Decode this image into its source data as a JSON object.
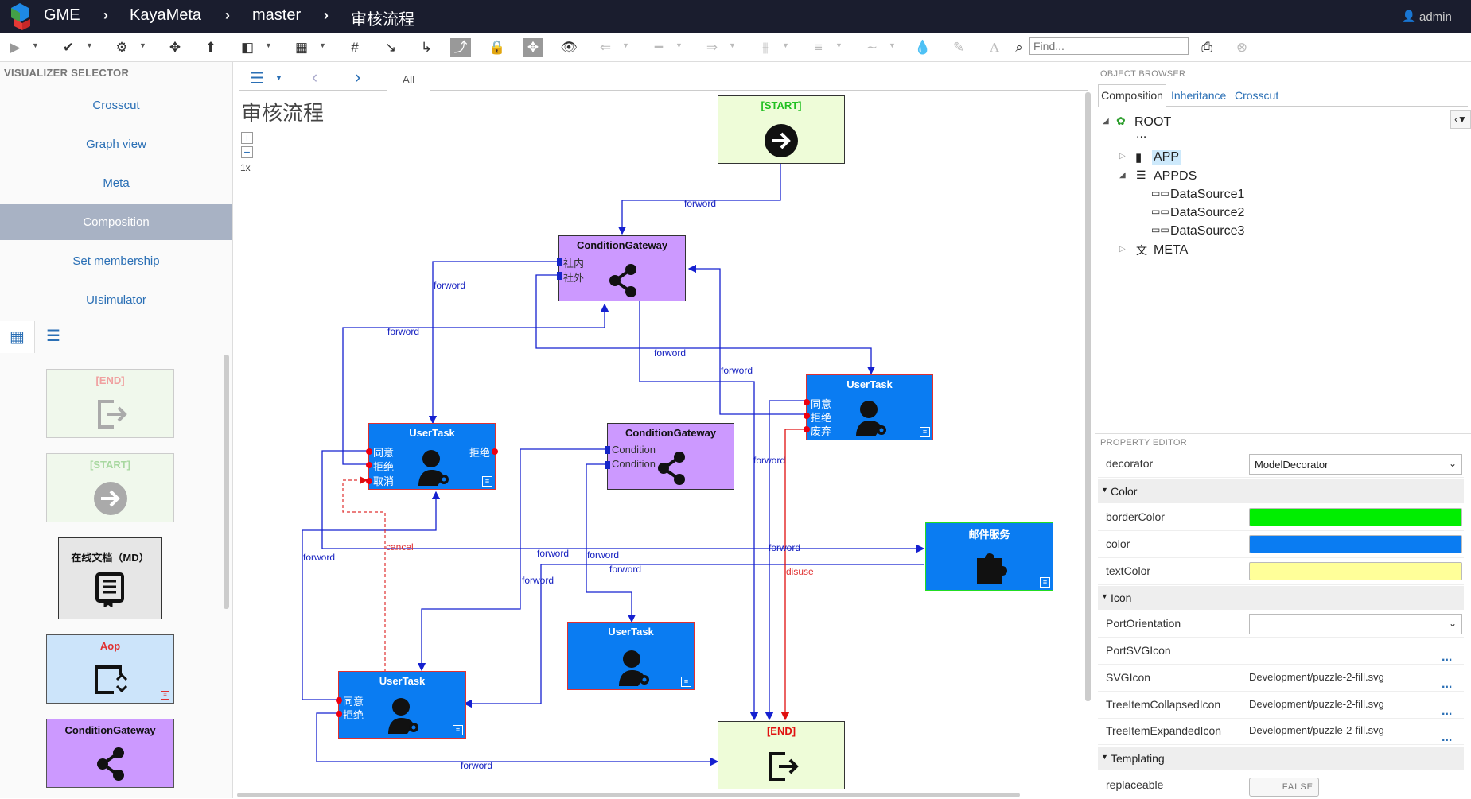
{
  "topbar": {
    "app": "GME",
    "crumbs": [
      "KayaMeta",
      "master",
      "审核流程"
    ],
    "user": "admin"
  },
  "toolbar": {
    "find_placeholder": "Find..."
  },
  "visualizer_selector": {
    "title": "VISUALIZER SELECTOR",
    "items": [
      {
        "label": "Crosscut"
      },
      {
        "label": "Graph view"
      },
      {
        "label": "Meta"
      },
      {
        "label": "Composition",
        "active": true
      },
      {
        "label": "Set membership"
      },
      {
        "label": "UIsimulator"
      }
    ]
  },
  "part_browser": {
    "items": [
      {
        "label": "[END]",
        "icon": "exit-icon",
        "color": "#e06060"
      },
      {
        "label": "[START]",
        "icon": "arrow-right-circle-icon",
        "color": "#60c060"
      },
      {
        "label": "在线文档（MD）",
        "icon": "book-icon",
        "color": "#111"
      },
      {
        "label": "Aop",
        "icon": "select-icon",
        "color": "#e03030"
      },
      {
        "label": "ConditionGateway",
        "icon": "share-icon",
        "color": "#111"
      }
    ]
  },
  "canvas": {
    "tab_all": "All",
    "title": "审核流程",
    "zoom": "1x",
    "nodes": {
      "start": {
        "title": "[START]"
      },
      "gw1": {
        "title": "ConditionGateway",
        "ports": [
          "社内",
          "社外"
        ]
      },
      "ut_right": {
        "title": "UserTask",
        "ports": [
          "同意",
          "拒绝",
          "废弃"
        ]
      },
      "ut_left": {
        "title": "UserTask",
        "ports": [
          "同意",
          "拒绝",
          "取消"
        ],
        "right_port": "拒绝"
      },
      "gw2": {
        "title": "ConditionGateway",
        "ports": [
          "Condition",
          "Condition"
        ]
      },
      "mail": {
        "title": "邮件服务"
      },
      "ut_mid": {
        "title": "UserTask"
      },
      "ut_bottom": {
        "title": "UserTask",
        "ports": [
          "同意",
          "拒绝"
        ]
      },
      "end": {
        "title": "[END]"
      }
    },
    "labels": {
      "forword": "forword",
      "cancel": "cancel",
      "disuse": "disuse"
    }
  },
  "object_browser": {
    "title": "OBJECT BROWSER",
    "tabs": [
      "Composition",
      "Inheritance",
      "Crosscut"
    ],
    "tree": {
      "root": "ROOT",
      "ellipsis": "...",
      "app": "APP",
      "appds": "APPDS",
      "ds": [
        "DataSource1",
        "DataSource2",
        "DataSource3"
      ],
      "meta": "META"
    }
  },
  "property_editor": {
    "title": "PROPERTY EDITOR",
    "decorator_key": "decorator",
    "decorator_value": "ModelDecorator",
    "group_color": "Color",
    "border_color_key": "borderColor",
    "border_color": "#00ee00",
    "color_key": "color",
    "color": "#0a7cf2",
    "text_color_key": "textColor",
    "text_color": "#ffff99",
    "group_icon": "Icon",
    "port_orientation_key": "PortOrientation",
    "port_svg_icon_key": "PortSVGIcon",
    "svg_icon_key": "SVGIcon",
    "svg_icon_value": "Development/puzzle-2-fill.svg",
    "collapsed_key": "TreeItemCollapsedIcon",
    "collapsed_value": "Development/puzzle-2-fill.svg",
    "expanded_key": "TreeItemExpandedIcon",
    "expanded_value": "Development/puzzle-2-fill.svg",
    "group_templating": "Templating",
    "replaceable_key": "replaceable",
    "replaceable_value": "FALSE",
    "more": "..."
  }
}
